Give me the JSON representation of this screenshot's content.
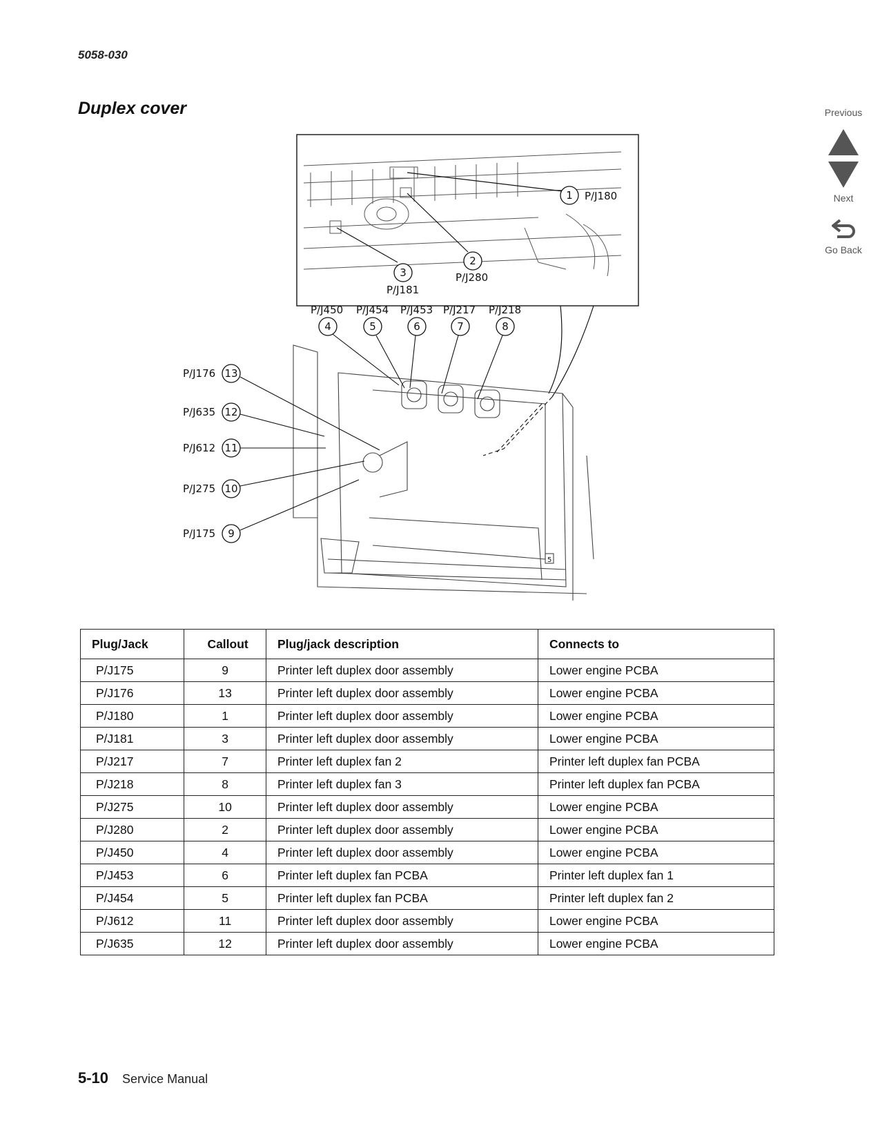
{
  "header": {
    "doc_id": "5058-030",
    "title": "Duplex cover"
  },
  "nav": {
    "previous_label": "Previous",
    "next_label": "Next",
    "back_label": "Go Back"
  },
  "figure": {
    "callouts": [
      {
        "num": "1",
        "label": "P/J180"
      },
      {
        "num": "2",
        "label": "P/J280"
      },
      {
        "num": "3",
        "label": "P/J181"
      },
      {
        "num": "4",
        "label": "P/J450"
      },
      {
        "num": "5",
        "label": "P/J454"
      },
      {
        "num": "6",
        "label": "P/J453"
      },
      {
        "num": "7",
        "label": "P/J217"
      },
      {
        "num": "8",
        "label": "P/J218"
      },
      {
        "num": "9",
        "label": "P/J175"
      },
      {
        "num": "10",
        "label": "P/J275"
      },
      {
        "num": "11",
        "label": "P/J612"
      },
      {
        "num": "12",
        "label": "P/J635"
      },
      {
        "num": "13",
        "label": "P/J176"
      }
    ],
    "panel_tag": "5"
  },
  "table": {
    "headers": [
      "Plug/Jack",
      "Callout",
      "Plug/jack description",
      "Connects to"
    ],
    "rows": [
      [
        "P/J175",
        "9",
        "Printer left duplex door  assembly",
        "Lower engine PCBA"
      ],
      [
        "P/J176",
        "13",
        "Printer left duplex door  assembly",
        "Lower engine PCBA"
      ],
      [
        "P/J180",
        "1",
        "Printer left duplex door  assembly",
        "Lower engine PCBA"
      ],
      [
        "P/J181",
        "3",
        "Printer left duplex door  assembly",
        "Lower engine PCBA"
      ],
      [
        "P/J217",
        "7",
        "Printer left duplex fan 2",
        "Printer left duplex fan PCBA"
      ],
      [
        "P/J218",
        "8",
        "Printer left duplex fan 3",
        "Printer left duplex fan PCBA"
      ],
      [
        "P/J275",
        "10",
        "Printer left duplex door  assembly",
        "Lower engine PCBA"
      ],
      [
        "P/J280",
        "2",
        "Printer left duplex door  assembly",
        "Lower engine PCBA"
      ],
      [
        "P/J450",
        "4",
        "Printer left duplex door  assembly",
        "Lower engine PCBA"
      ],
      [
        "P/J453",
        "6",
        "Printer left duplex fan PCBA",
        "Printer left duplex fan 1"
      ],
      [
        "P/J454",
        "5",
        "Printer left duplex fan PCBA",
        "Printer left duplex fan 2"
      ],
      [
        "P/J612",
        "11",
        "Printer left duplex door  assembly",
        "Lower engine PCBA"
      ],
      [
        "P/J635",
        "12",
        "Printer left duplex door  assembly",
        "Lower engine PCBA"
      ]
    ]
  },
  "footer": {
    "page_number": "5-10",
    "manual_name": "Service Manual"
  }
}
